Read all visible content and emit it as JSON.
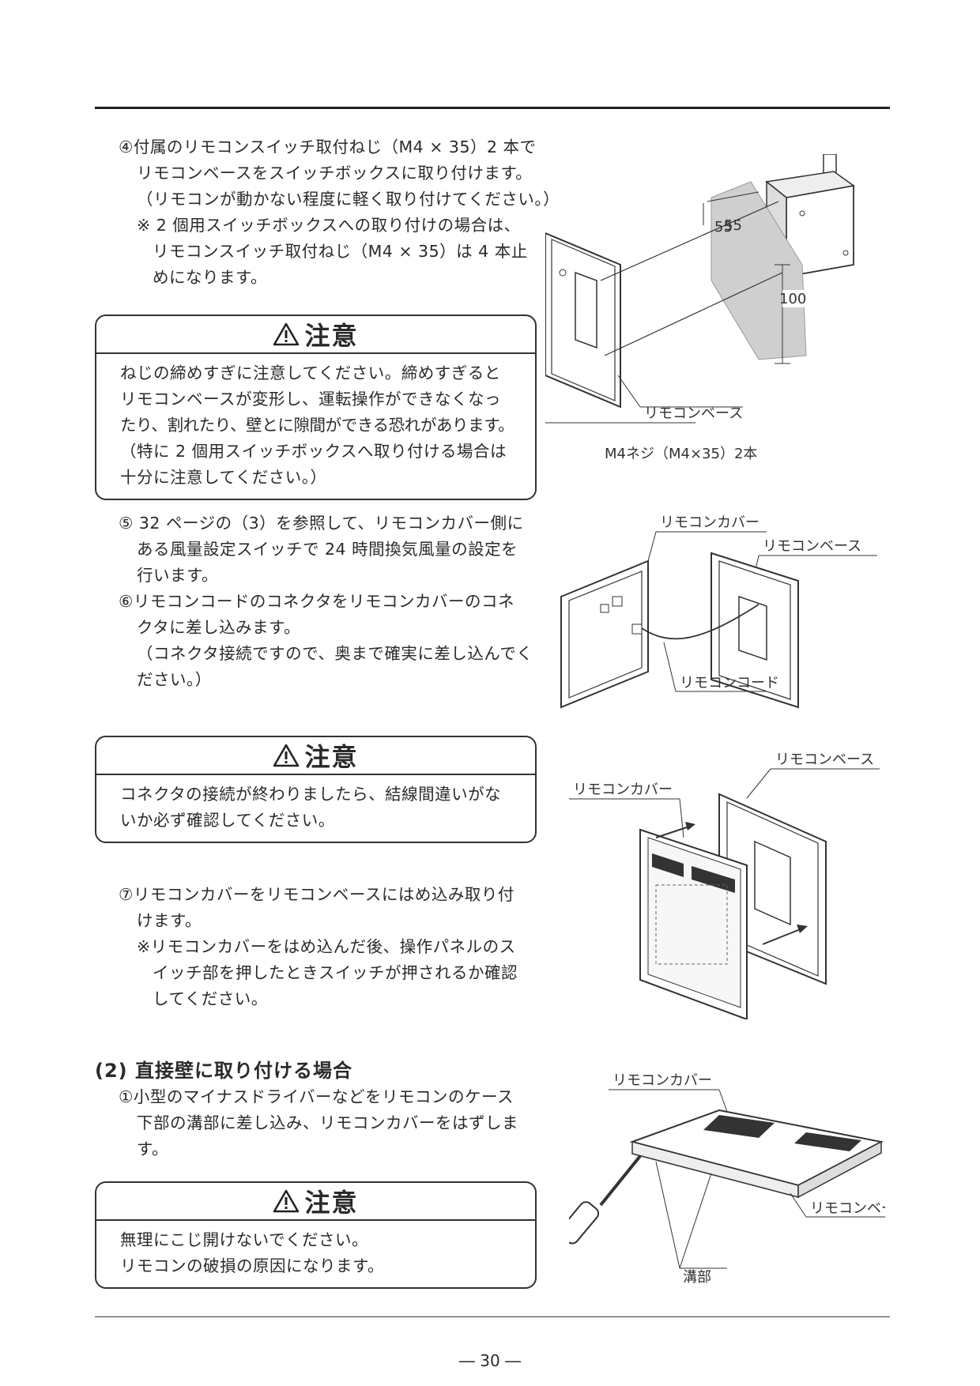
{
  "step4": {
    "lines": [
      "④付属のリモコンスイッチ取付ねじ（M4 × 35）2 本で",
      "リモコンベースをスイッチボックスに取り付けます。",
      "（リモコンが動かない程度に軽く取り付けてください。）",
      "※ 2 個用スイッチボックスへの取り付けの場合は、",
      "リモコンスイッチ取付ねじ（M4 × 35）は 4 本止",
      "めになります。"
    ]
  },
  "caution1": {
    "title": "注意",
    "lines": [
      "ねじの締めすぎに注意してください。締めすぎると",
      "リモコンベースが変形し、運転操作ができなくなっ",
      "たり、割れたり、壁とに隙間ができる恐れがあります。",
      "（特に 2 個用スイッチボックスへ取り付ける場合は",
      "十分に注意してください。）"
    ]
  },
  "step5": {
    "lines": [
      "⑤ 32 ページの（3）を参照して、リモコンカバー側に",
      "ある風量設定スイッチで 24 時間換気風量の設定を",
      "行います。"
    ]
  },
  "step6": {
    "lines": [
      "⑥リモコンコードのコネクタをリモコンカバーのコネ",
      "クタに差し込みます。",
      "（コネクタ接続ですので、奥まで確実に差し込んでく",
      "ださい。）"
    ]
  },
  "caution2": {
    "title": "注意",
    "lines": [
      "コネクタの接続が終わりましたら、結線間違いがな",
      "いか必ず確認してください。"
    ]
  },
  "step7": {
    "lines": [
      "⑦リモコンカバーをリモコンベースにはめ込み取り付",
      "けます。",
      "※リモコンカバーをはめ込んだ後、操作パネルのス",
      "イッチ部を押したときスイッチが押されるか確認",
      "してください。"
    ]
  },
  "section2": {
    "heading": "(2) 直接壁に取り付ける場合",
    "lines": [
      "①小型のマイナスドライバーなどをリモコンのケース",
      "下部の溝部に差し込み、リモコンカバーをはずしま",
      "す。"
    ]
  },
  "caution3": {
    "title": "注意",
    "lines": [
      "無理にこじ開けないでください。",
      "リモコンの破損の原因になります。"
    ]
  },
  "fig1": {
    "dim_55": "55",
    "dim_100": "100",
    "label_base": "リモコンベース",
    "label_screw": "M4ネジ（M4×35）2本"
  },
  "fig2": {
    "label_cover": "リモコンカバー",
    "label_base": "リモコンベース",
    "label_cord": "リモコンコード"
  },
  "fig3": {
    "label_base": "リモコンベース",
    "label_cover": "リモコンカバー"
  },
  "fig4": {
    "label_cover": "リモコンカバー",
    "label_base": "リモコンベース",
    "label_groove": "溝部"
  },
  "footer": {
    "page_number": "― 30 ―"
  }
}
